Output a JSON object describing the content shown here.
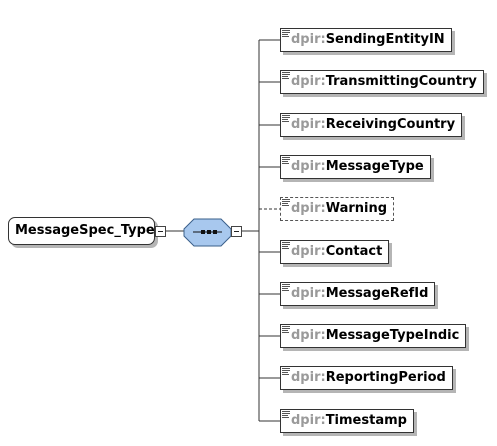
{
  "root": {
    "label": "MessageSpec_Type"
  },
  "compositor": {
    "icon": "sequence-compositor-icon"
  },
  "namespace_prefix": "dpir:",
  "elements": [
    {
      "name": "SendingEntityIN",
      "optional": false
    },
    {
      "name": "TransmittingCountry",
      "optional": false
    },
    {
      "name": "ReceivingCountry",
      "optional": false
    },
    {
      "name": "MessageType",
      "optional": false
    },
    {
      "name": "Warning",
      "optional": true
    },
    {
      "name": "Contact",
      "optional": false
    },
    {
      "name": "MessageRefId",
      "optional": false
    },
    {
      "name": "MessageTypeIndic",
      "optional": false
    },
    {
      "name": "ReportingPeriod",
      "optional": false
    },
    {
      "name": "Timestamp",
      "optional": false
    }
  ],
  "colors": {
    "compositor_fill": "#a8c8ee",
    "border": "#333333",
    "prefix": "#9a9a9a",
    "shadow": "#b5b5b5"
  }
}
